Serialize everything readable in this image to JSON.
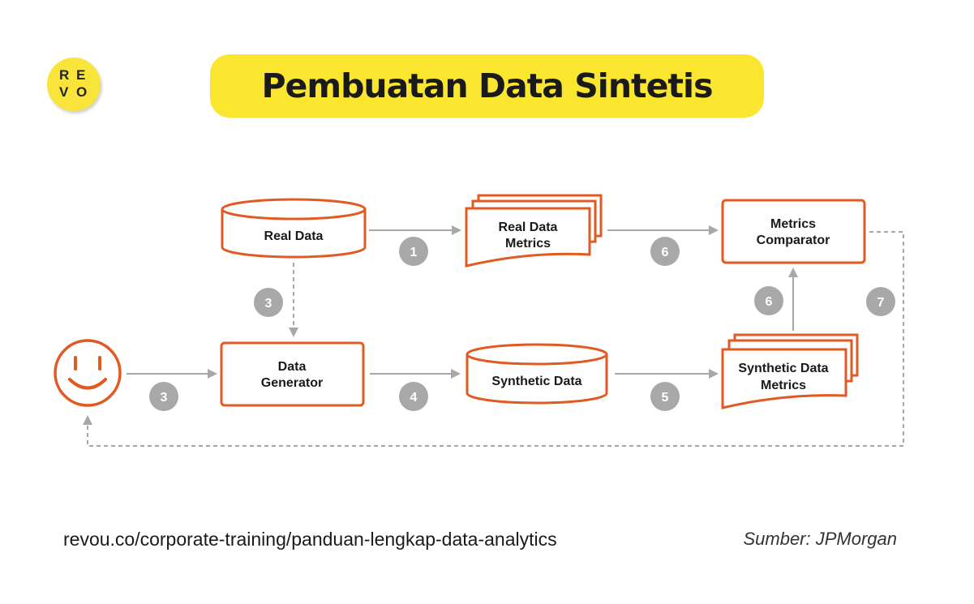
{
  "logo": {
    "letters": [
      "R",
      "E",
      "V",
      "O"
    ]
  },
  "title": "Pembuatan Data Sintetis",
  "nodes": {
    "real_data": "Real Data",
    "real_data_metrics": [
      "Real Data",
      "Metrics"
    ],
    "metrics_comparator": [
      "Metrics",
      "Comparator"
    ],
    "data_generator": [
      "Data",
      "Generator"
    ],
    "synthetic_data": "Synthetic Data",
    "synthetic_data_metrics": [
      "Synthetic Data",
      "Metrics"
    ]
  },
  "steps": {
    "real_to_metrics": "1",
    "real_to_generator": "3",
    "user_to_generator": "3",
    "generator_to_synthetic": "4",
    "synthetic_to_metrics": "5",
    "realmetrics_to_comparator": "6",
    "synthmetrics_to_comparator": "6",
    "comparator_to_user": "7"
  },
  "colors": {
    "accent": "#e05a22",
    "title_bg": "#fbe62f",
    "arrow": "#a8a8a8",
    "badge": "#a8a8a8"
  },
  "footer": {
    "url": "revou.co/corporate-training/panduan-lengkap-data-analytics",
    "source": "Sumber: JPMorgan"
  }
}
